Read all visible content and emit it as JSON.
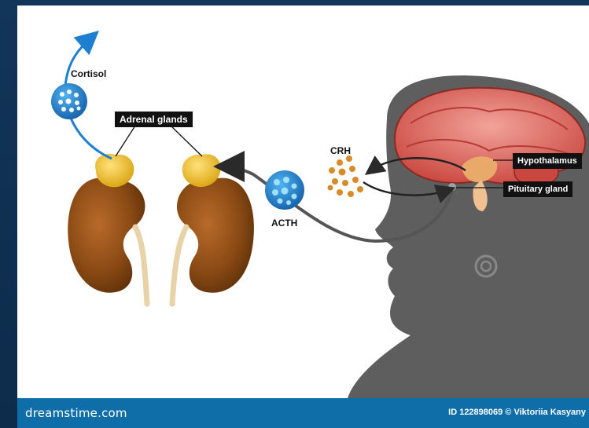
{
  "labels": {
    "cortisol": "Cortisol",
    "adrenal_glands": "Adrenal glands",
    "crh": "CRH",
    "acth": "ACTH",
    "hypothalamus": "Hypothalamus",
    "pituitary_gland": "Pituitary gland"
  },
  "footer": {
    "brand": "dreamstime.com",
    "credit": "ID 122898069 © Viktoriia Kasyany"
  },
  "colors": {
    "frame": "#0d2b4a",
    "footer": "#0f6ea8",
    "kidney": "#8a4a14",
    "adrenal": "#f2c230",
    "head": "#5c5c5c",
    "brain": "#d9534f",
    "hormone_blue": "#1e7fd1",
    "crh_orange": "#d98a2a"
  }
}
